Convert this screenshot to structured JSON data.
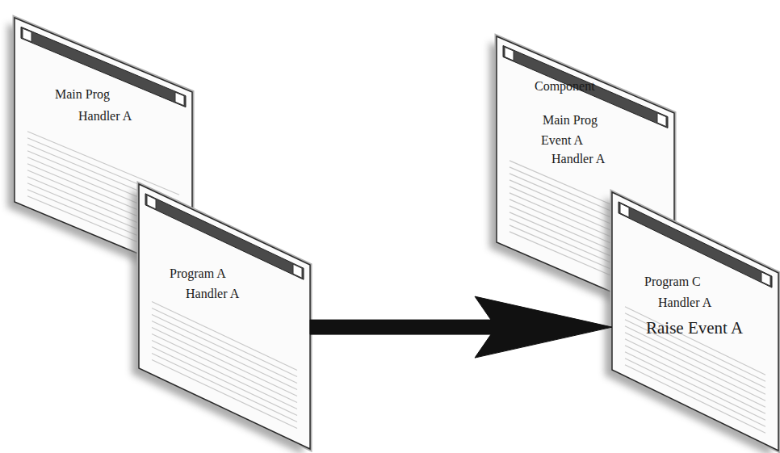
{
  "diagram": {
    "nodes": [
      {
        "text": [
          "Main Prog",
          "Handler A"
        ]
      },
      {
        "text": [
          "Program A",
          "Handler A"
        ]
      },
      {
        "text": [
          "Component",
          "Main Prog",
          "Event A",
          "Handler A"
        ]
      },
      {
        "text": [
          "Program C",
          "Handler A",
          "Raise Event A"
        ]
      }
    ],
    "edges": [
      {
        "from": 1,
        "to": 3,
        "arrow": "to"
      }
    ]
  }
}
